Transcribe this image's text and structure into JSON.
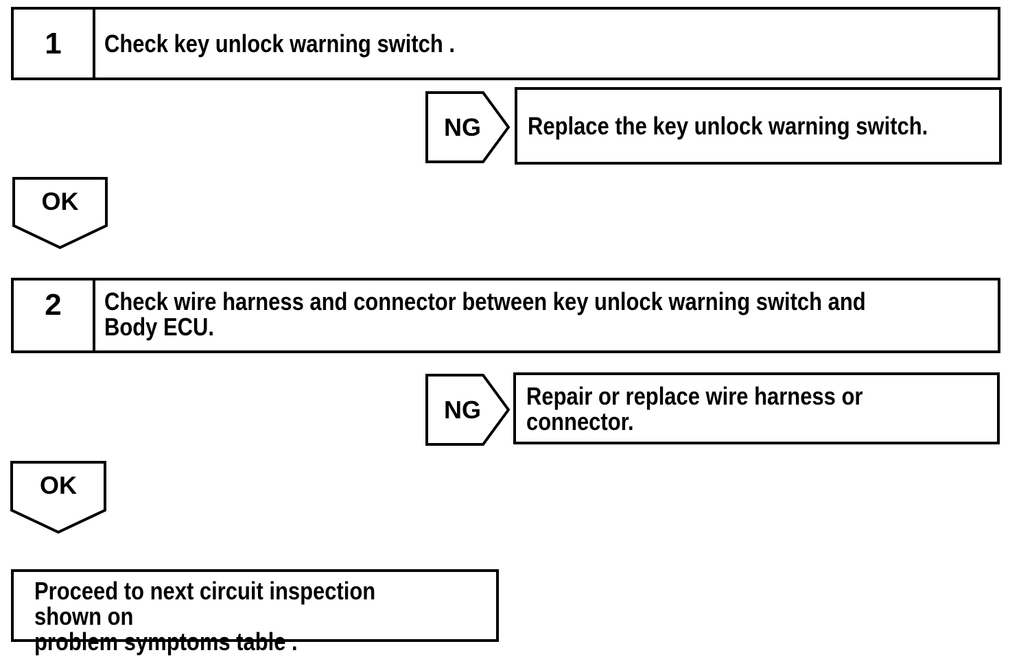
{
  "page": {
    "background_color": "#ffffff",
    "line_color": "#000000",
    "text_color": "#000000"
  },
  "flowchart": {
    "steps": [
      {
        "number": "1",
        "text": "Check key unlock warning switch .",
        "ng_label": "NG",
        "ng_result": "Replace the key unlock warning switch.",
        "ok_label": "OK"
      },
      {
        "number": "2",
        "text": "Check wire harness and connector between key unlock warning switch and\nBody ECU.",
        "ng_label": "NG",
        "ng_result": "Repair or replace wire harness or connector.",
        "ok_label": "OK"
      }
    ],
    "final_box": {
      "text": "Proceed to next circuit inspection shown on\nproblem symptoms table ."
    }
  }
}
